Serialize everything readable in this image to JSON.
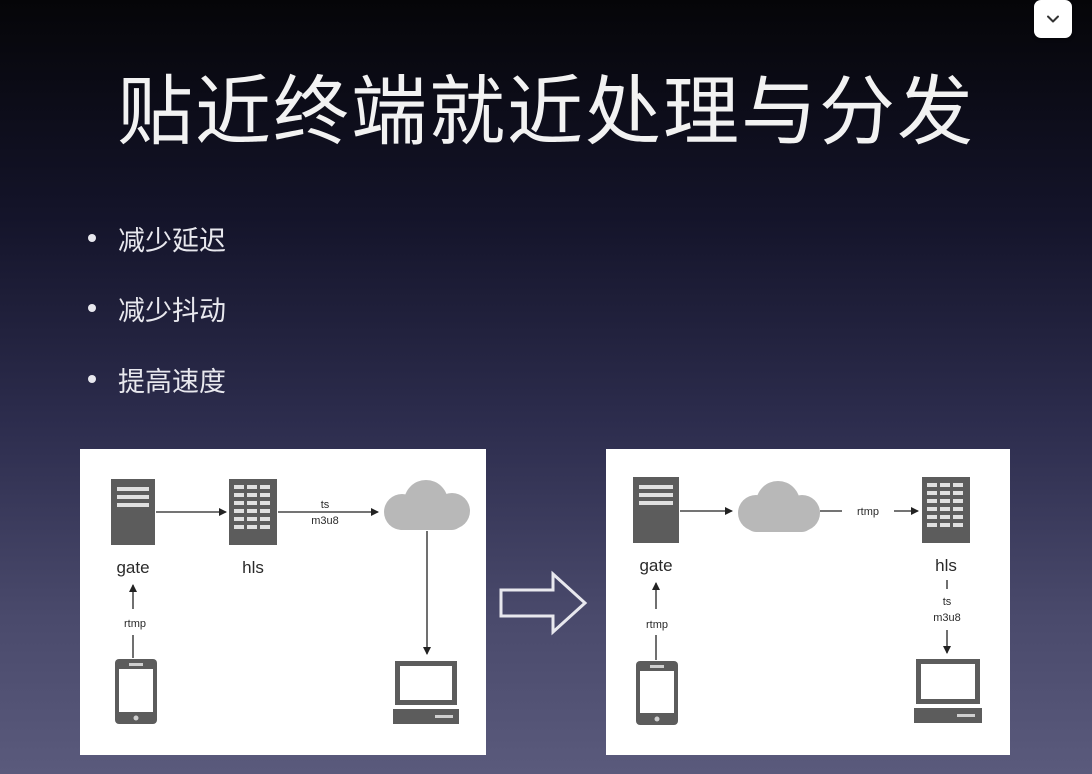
{
  "title": "贴近终端就近处理与分发",
  "bullets": [
    "减少延迟",
    "减少抖动",
    "提高速度"
  ],
  "ui": {
    "collapse_icon": "chevron-down-icon"
  },
  "diagram_before": {
    "gate": "gate",
    "hls": "hls",
    "rtmp": "rtmp",
    "ts": "ts",
    "m3u8": "m3u8"
  },
  "diagram_after": {
    "gate": "gate",
    "hls": "hls",
    "rtmp_top": "rtmp",
    "rtmp_bottom": "rtmp",
    "ts": "ts",
    "m3u8": "m3u8"
  },
  "colors": {
    "server": "#5c5c5c",
    "cloud": "#b8b8b8",
    "line": "#222222",
    "text": "#f2f2f2"
  }
}
